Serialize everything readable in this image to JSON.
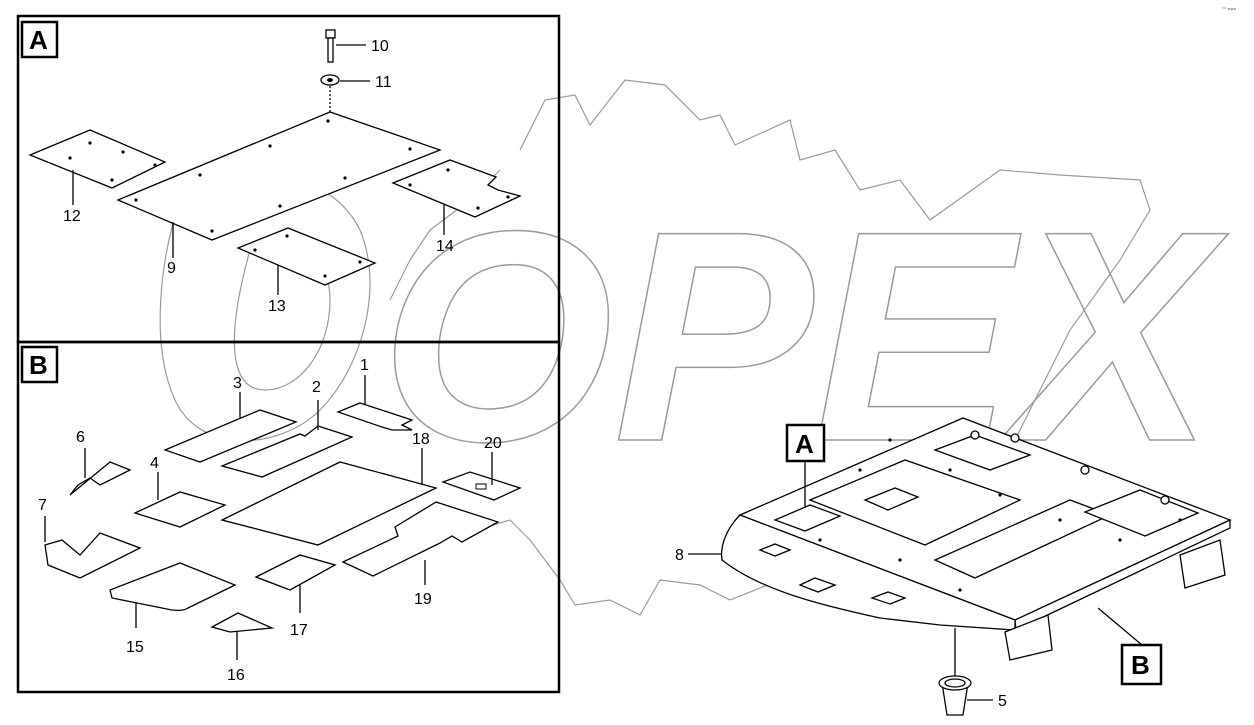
{
  "corner_mark": "°° ===",
  "watermark": "OPEX",
  "panel_a": {
    "badge": "A",
    "callouts": {
      "c10": "10",
      "c11": "11",
      "c12": "12",
      "c9": "9",
      "c13": "13",
      "c14": "14"
    }
  },
  "panel_b": {
    "badge": "B",
    "callouts": {
      "c1": "1",
      "c2": "2",
      "c3": "3",
      "c4": "4",
      "c6": "6",
      "c7": "7",
      "c15": "15",
      "c16": "16",
      "c17": "17",
      "c18": "18",
      "c19": "19",
      "c20": "20"
    }
  },
  "assembly": {
    "badge_a": "A",
    "badge_b": "B",
    "callouts": {
      "c8": "8",
      "c5": "5"
    }
  }
}
